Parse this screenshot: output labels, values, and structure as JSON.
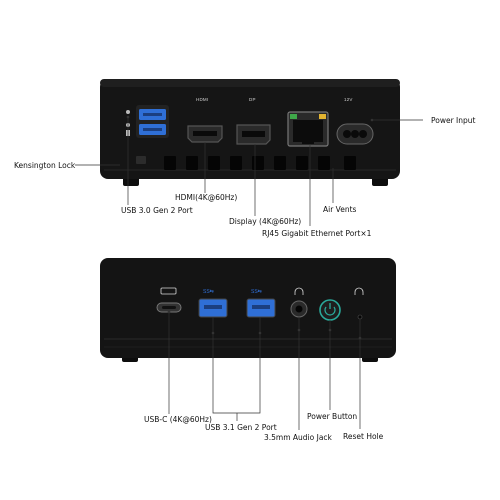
{
  "rear_panel": {
    "silkscreen": {
      "hdmi": "HDMI",
      "dp": "DP",
      "power": "12V"
    },
    "callouts": {
      "power_input": "Power Input",
      "kensington_lock": "Kensington Lock",
      "hdmi": "HDMI(4K@60Hz)",
      "usb30": "USB 3.0 Gen 2 Port",
      "display": "Display (4K@60Hz)",
      "air_vents": "Air Vents",
      "rj45": "RJ45 Gigabit Ethernet Port×1"
    }
  },
  "front_panel": {
    "callouts": {
      "usbc": "USB-C (4K@60Hz)",
      "usb31": "USB 3.1 Gen 2 Port",
      "audio": "3.5mm Audio Jack",
      "power_button": "Power Button",
      "reset": "Reset Hole"
    }
  },
  "colors": {
    "case": "#141414",
    "usb_blue": "#2f6fd6",
    "power_ring": "#2aa89a",
    "rj45_green": "#3fa84a",
    "rj45_amber": "#e2b431"
  }
}
